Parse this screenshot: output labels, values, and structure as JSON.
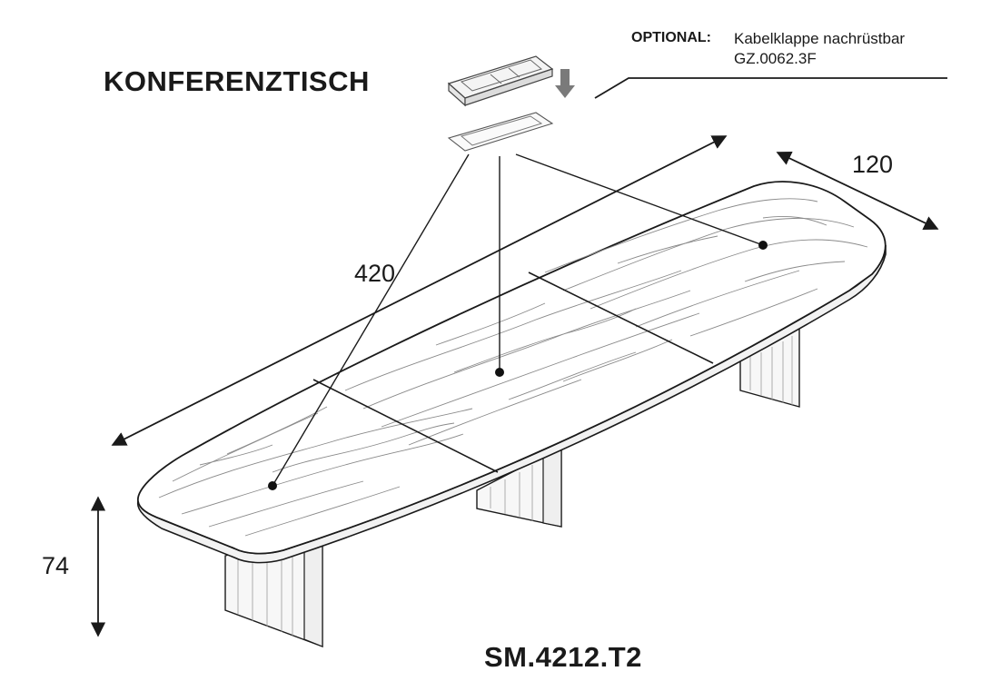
{
  "title": "KONFERENZTISCH",
  "optional": {
    "label": "OPTIONAL:",
    "text": "Kabelklappe nachrüstbar",
    "code": "GZ.0062.3F"
  },
  "dimensions": {
    "length": "420",
    "width": "120",
    "height": "74"
  },
  "model": "SM.4212.T2",
  "colors": {
    "line": "#1a1a1a",
    "grain": "#8a8a8a",
    "panel_fill": "#f7f7f7",
    "arrow_down": "#7a7a7a"
  }
}
